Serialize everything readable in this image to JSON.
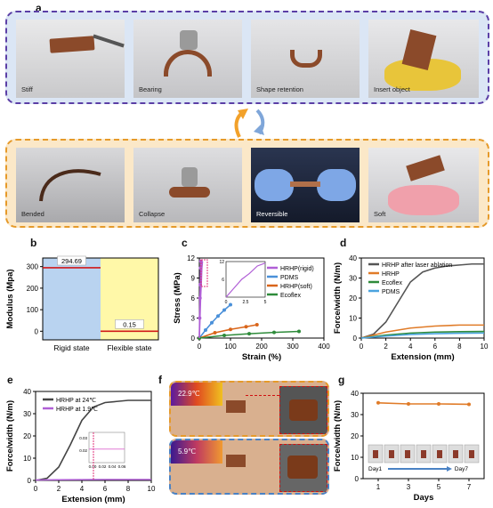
{
  "panels": {
    "a": "a",
    "b": "b",
    "c": "c",
    "d": "d",
    "e": "e",
    "f": "f",
    "g": "g"
  },
  "panel_a": {
    "top_captions": [
      "Stiff",
      "Bearing",
      "Shape retention",
      "Insert object"
    ],
    "bottom_captions": [
      "Bended",
      "Collapse",
      "Reversible",
      "Soft"
    ]
  },
  "panel_f": {
    "temp_warm": "22.9℃",
    "temp_cold": "5.9℃"
  },
  "colors": {
    "purple_frame": "#5b3fa6",
    "orange_frame": "#e69a2a",
    "blue_bg": "#dbe6f5",
    "orange_bg": "#fbe8c8"
  },
  "chart_data": [
    {
      "type": "bar",
      "panel": "b",
      "ylabel": "Modulus (Mpa)",
      "categories": [
        "Rigid state",
        "Flexible state"
      ],
      "values": [
        294.69,
        0.15
      ],
      "value_labels": [
        "294.69",
        "0.15"
      ],
      "yticks": [
        "0",
        "100",
        "200",
        "300"
      ],
      "ylim": [
        -40,
        340
      ]
    },
    {
      "type": "line",
      "panel": "c",
      "xlabel": "Strain (%)",
      "ylabel": "Stress (MPa)",
      "xticks": [
        "0",
        "100",
        "200",
        "300",
        "400"
      ],
      "yticks": [
        "0",
        "3",
        "6",
        "9",
        "12"
      ],
      "xlim": [
        0,
        400
      ],
      "ylim": [
        0,
        12
      ],
      "series": [
        {
          "name": "HRHP(rigid)",
          "color": "#b05fd6",
          "x": [
            0,
            1,
            2,
            3,
            4,
            5
          ],
          "y": [
            0,
            3,
            6,
            8,
            10.5,
            11.5
          ]
        },
        {
          "name": "PDMS",
          "color": "#4a90d9",
          "x": [
            0,
            20,
            40,
            60,
            80,
            100
          ],
          "y": [
            0,
            1.2,
            2.3,
            3.3,
            4.2,
            5.0
          ]
        },
        {
          "name": "HRHP(soft)",
          "color": "#d9651a",
          "x": [
            0,
            50,
            100,
            150,
            185
          ],
          "y": [
            0,
            0.8,
            1.3,
            1.7,
            2.0
          ]
        },
        {
          "name": "Ecoflex",
          "color": "#2e8b3a",
          "x": [
            0,
            80,
            160,
            240,
            320
          ],
          "y": [
            0,
            0.4,
            0.65,
            0.85,
            1.0
          ]
        }
      ],
      "inset": {
        "xticks": [
          "0",
          "2.5",
          "5"
        ],
        "yticks": [
          "6",
          "12"
        ]
      }
    },
    {
      "type": "line",
      "panel": "d",
      "xlabel": "Extension (mm)",
      "ylabel": "Force/width (N/m)",
      "xticks": [
        "0",
        "2",
        "4",
        "6",
        "8",
        "10"
      ],
      "yticks": [
        "0",
        "10",
        "20",
        "30",
        "40"
      ],
      "xlim": [
        0,
        10
      ],
      "ylim": [
        0,
        40
      ],
      "series": [
        {
          "name": "HRHP after laser ablation",
          "color": "#555555",
          "x": [
            0,
            1,
            2,
            3,
            4,
            5,
            6,
            7,
            8,
            9,
            10
          ],
          "y": [
            0,
            2,
            8,
            18,
            28,
            33,
            35,
            36,
            36.5,
            37,
            37
          ]
        },
        {
          "name": "HRHP",
          "color": "#e07b28",
          "x": [
            0,
            2,
            4,
            6,
            8,
            10
          ],
          "y": [
            0,
            3,
            5,
            6,
            6.5,
            6.5
          ]
        },
        {
          "name": "Ecoflex",
          "color": "#2e8b3a",
          "x": [
            0,
            2,
            4,
            6,
            8,
            10
          ],
          "y": [
            0,
            1.5,
            2.5,
            3,
            3.2,
            3.3
          ]
        },
        {
          "name": "PDMS",
          "color": "#4aa3df",
          "x": [
            0,
            2,
            4,
            6,
            8,
            10
          ],
          "y": [
            0,
            1,
            1.8,
            2.2,
            2.4,
            2.5
          ]
        }
      ]
    },
    {
      "type": "line",
      "panel": "e",
      "xlabel": "Extension (mm)",
      "ylabel": "Force/width (N/m)",
      "xticks": [
        "0",
        "2",
        "4",
        "6",
        "8",
        "10"
      ],
      "yticks": [
        "0",
        "10",
        "20",
        "30",
        "40"
      ],
      "xlim": [
        0,
        10
      ],
      "ylim": [
        0,
        40
      ],
      "series": [
        {
          "name": "HRHP at 24℃",
          "color": "#444444",
          "x": [
            0,
            1,
            2,
            3,
            4,
            5,
            6,
            7,
            8,
            9,
            10
          ],
          "y": [
            0,
            1,
            6,
            16,
            27,
            33,
            35,
            35.5,
            36,
            36,
            36
          ]
        },
        {
          "name": "HRHP at 1.9℃",
          "color": "#b05fd6",
          "x": [
            0,
            2,
            4,
            6,
            8,
            10
          ],
          "y": [
            0.2,
            0.3,
            0.35,
            0.4,
            0.4,
            0.4
          ]
        }
      ],
      "inset": {
        "yticks": [
          "0.03",
          "0.02"
        ],
        "xticks": [
          "0.00",
          "0.02",
          "0.04",
          "0.06"
        ]
      }
    },
    {
      "type": "line",
      "panel": "g",
      "xlabel": "Days",
      "ylabel": "Force/width (N/m)",
      "xticks": [
        "1",
        "3",
        "5",
        "7"
      ],
      "yticks": [
        "0",
        "10",
        "20",
        "30",
        "40"
      ],
      "xlim": [
        0,
        8
      ],
      "ylim": [
        0,
        40
      ],
      "series": [
        {
          "color": "#e07b28",
          "x": [
            1,
            3,
            5,
            7
          ],
          "y": [
            35.5,
            35,
            35,
            34.8
          ]
        }
      ],
      "day_labels": [
        "Day1",
        "Day7"
      ]
    }
  ]
}
